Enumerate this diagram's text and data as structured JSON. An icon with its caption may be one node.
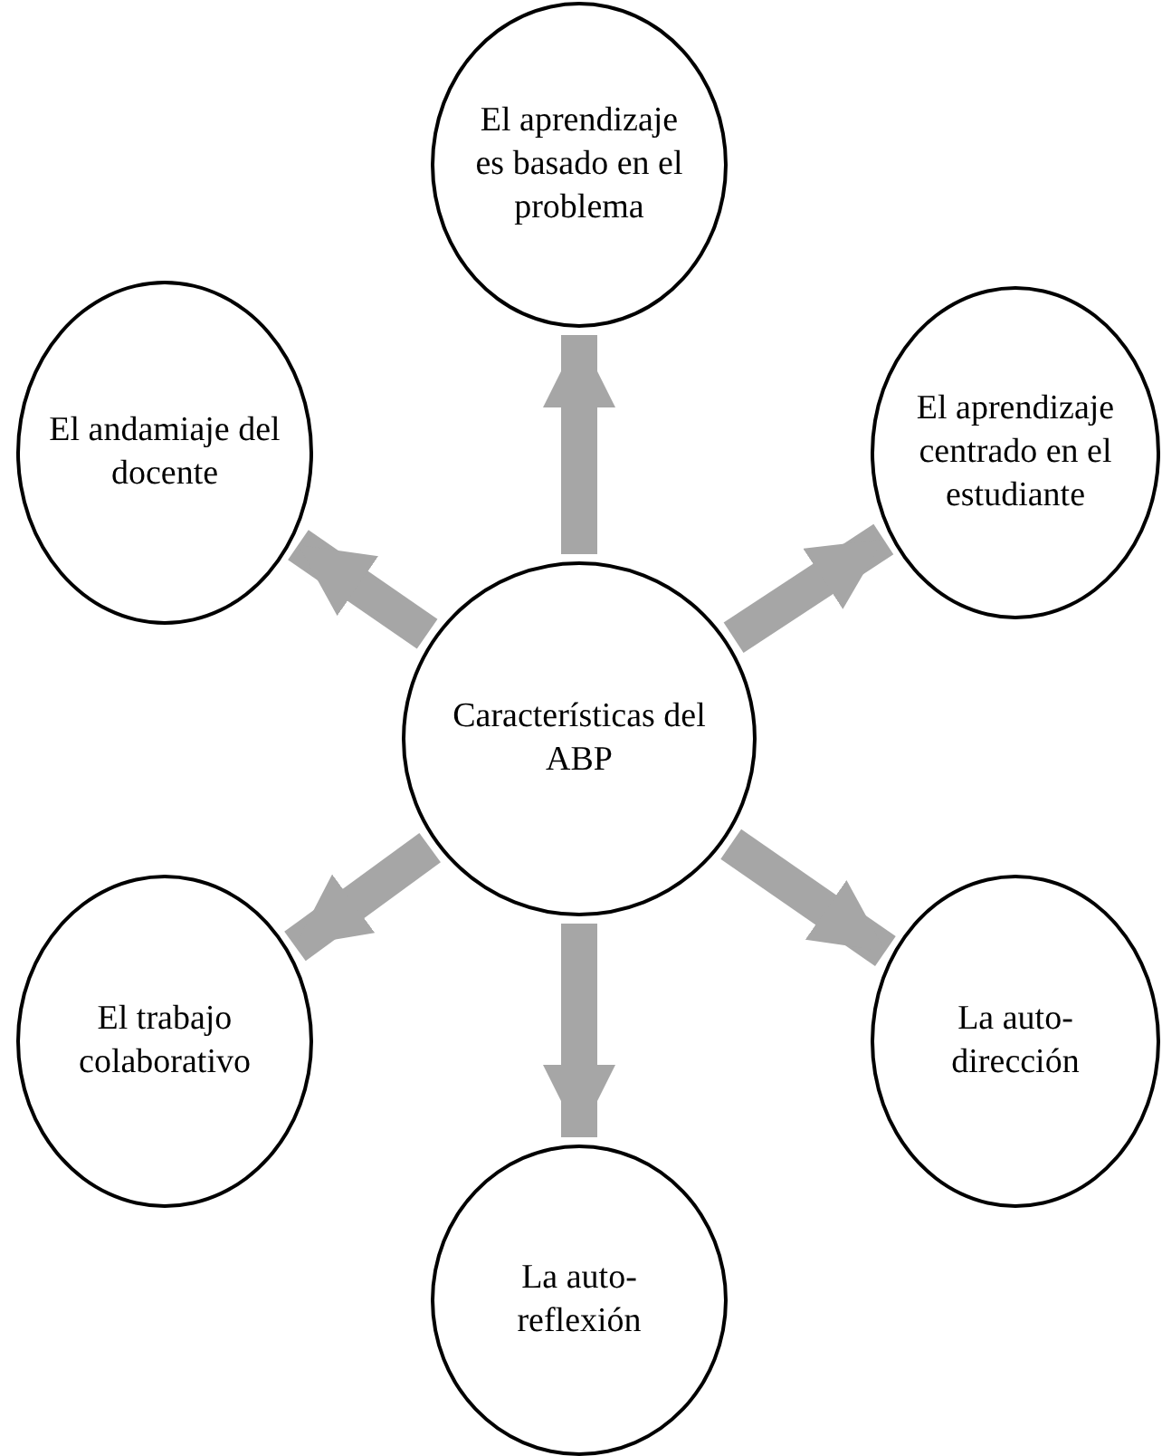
{
  "diagram": {
    "nodes": [
      {
        "text": [
          "El aprendizaje es basado en el problema"
        ]
      },
      {
        "text": [
          "El andamiaje del docente"
        ]
      },
      {
        "text": [
          "El aprendizaje centrado en el estudiante"
        ]
      },
      {
        "text": [
          "Características del ABP"
        ]
      },
      {
        "text": [
          "El trabajo colaborativo"
        ]
      },
      {
        "text": [
          "La auto-dirección"
        ]
      },
      {
        "text": [
          "La auto-reflexión"
        ]
      }
    ],
    "edges": [
      {
        "from": 3,
        "to": 0,
        "arrow": "to"
      },
      {
        "from": 3,
        "to": 2,
        "arrow": "to"
      },
      {
        "from": 3,
        "to": 5,
        "arrow": "to"
      },
      {
        "from": 3,
        "to": 6,
        "arrow": "to"
      },
      {
        "from": 3,
        "to": 4,
        "arrow": "to"
      },
      {
        "from": 3,
        "to": 1,
        "arrow": "to"
      }
    ]
  }
}
